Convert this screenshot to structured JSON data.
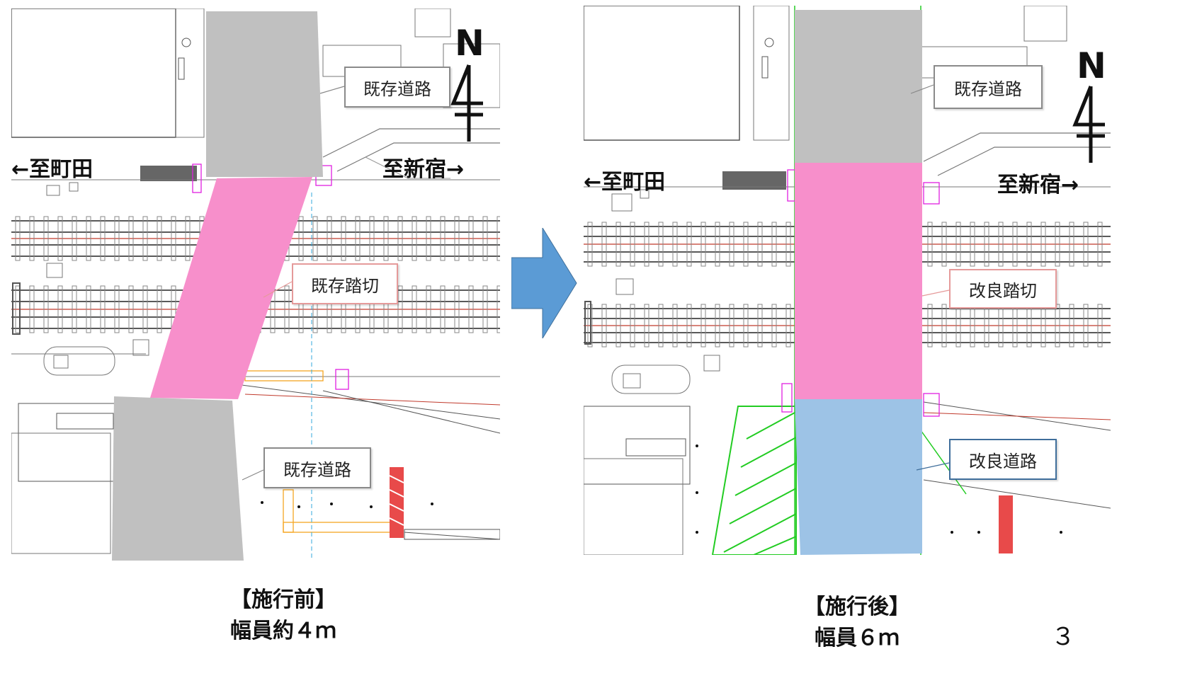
{
  "before": {
    "road_top_label": "既存道路",
    "crossing_label": "既存踏切",
    "road_bottom_label": "既存道路",
    "caption_title": "【施行前】",
    "caption_width": "幅員約４ｍ"
  },
  "after": {
    "road_top_label": "既存道路",
    "crossing_label": "改良踏切",
    "road_bottom_label": "改良道路",
    "caption_title": "【施行後】",
    "caption_width": "幅員６ｍ"
  },
  "direction": {
    "west": "←至町田",
    "east": "至新宿→"
  },
  "north_mark": "N",
  "page_number": "３",
  "colors": {
    "existing_road": "#c0c0c0",
    "crossing": "#f78fcb",
    "improved_road": "#9dc3e6",
    "arrow": "#5b9bd5",
    "track_red": "#c0392b",
    "hatch_green": "#22cc22",
    "orange": "#f5a623"
  }
}
